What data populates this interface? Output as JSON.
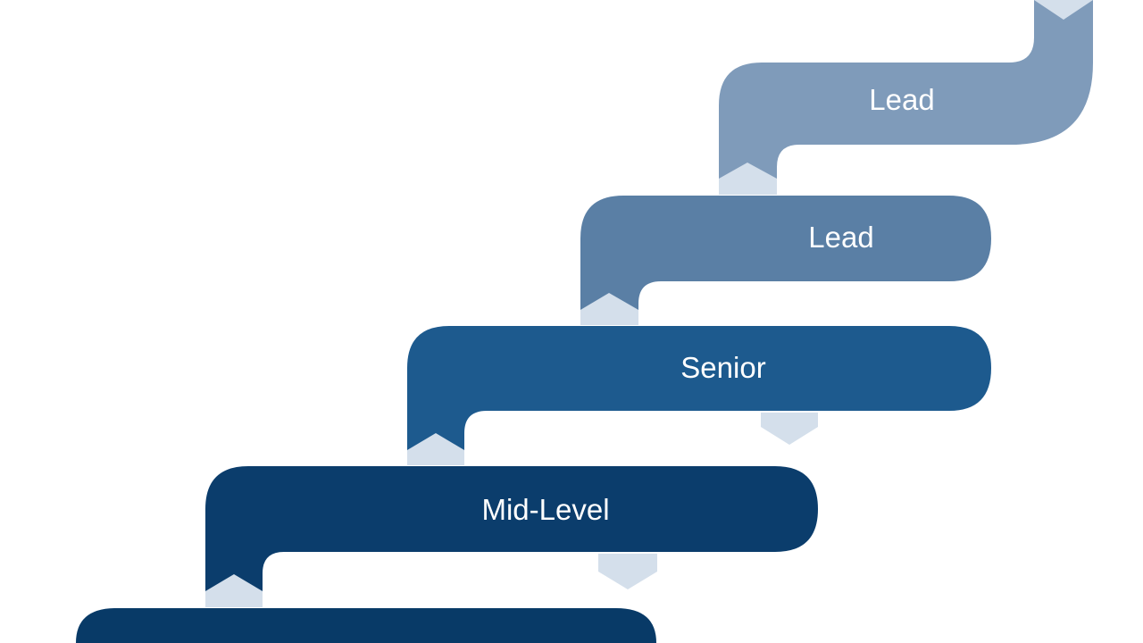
{
  "diagram": {
    "steps": [
      {
        "label": "",
        "color": "#083a67"
      },
      {
        "label": "Mid-Level",
        "color": "#0b3d6c"
      },
      {
        "label": "Senior",
        "color": "#1d5a8e"
      },
      {
        "label": "Lead",
        "color": "#5a7fa5"
      },
      {
        "label": "Lead",
        "color": "#7f9bba"
      }
    ],
    "connector_color": "#d4dfeb"
  }
}
